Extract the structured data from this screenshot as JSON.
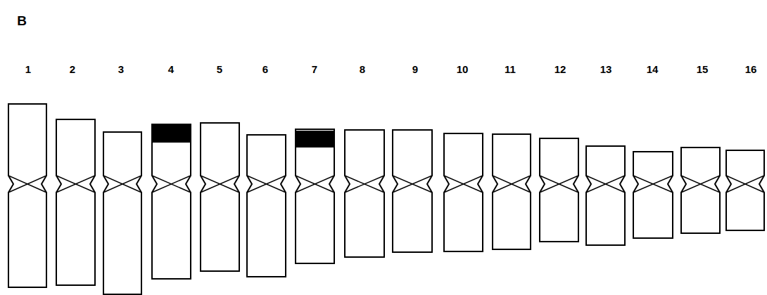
{
  "diagram": {
    "labels": [
      "B",
      "1",
      "2",
      "3",
      "4",
      "5",
      "6",
      "7",
      "8",
      "9",
      "10",
      "11",
      "12",
      "13",
      "14",
      "15",
      "16"
    ]
  }
}
